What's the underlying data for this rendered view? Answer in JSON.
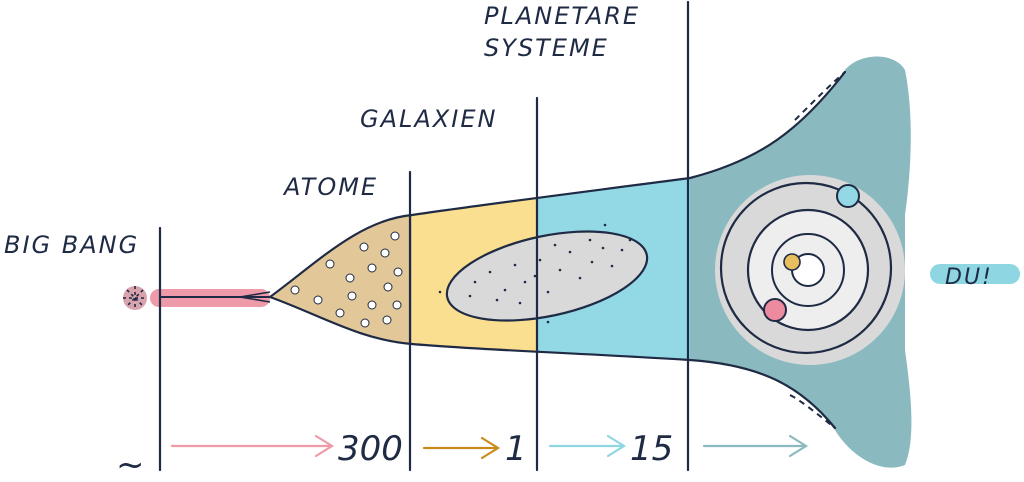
{
  "stages": [
    {
      "id": "big-bang",
      "label": "BIG BANG"
    },
    {
      "id": "atome",
      "label": "ATOME"
    },
    {
      "id": "galaxien",
      "label": "GALAXIEN"
    },
    {
      "id": "planetare-systeme",
      "label_line1": "PLANETARE",
      "label_line2": "SYSTEME"
    }
  ],
  "timeline": {
    "start_marker": "~",
    "intervals": [
      {
        "value": "300",
        "color": "#ee9aa8"
      },
      {
        "value": "1",
        "color": "#c98c1b"
      },
      {
        "value": "15",
        "color": "#8fd6e3"
      },
      {
        "value": "",
        "color": "#8ab9bf"
      }
    ]
  },
  "now_badge": {
    "label": "DU!",
    "color": "#8fd6e3"
  },
  "colors": {
    "ink": "#1f2a44",
    "big_bang": "#ee9aa8",
    "atome": "#e2c898",
    "galaxien": "#fbdf91",
    "planetare_systeme": "#93d9e5",
    "today": "#8ab9bf",
    "galaxy_ellipse": "#d9d9d9",
    "planet_yellow": "#e8bf5e",
    "planet_pink": "#ee8aa0",
    "planet_cyan": "#93d9e5"
  },
  "icons": {
    "big_bang": "starburst-icon",
    "solar_system": "orbit-icon"
  }
}
